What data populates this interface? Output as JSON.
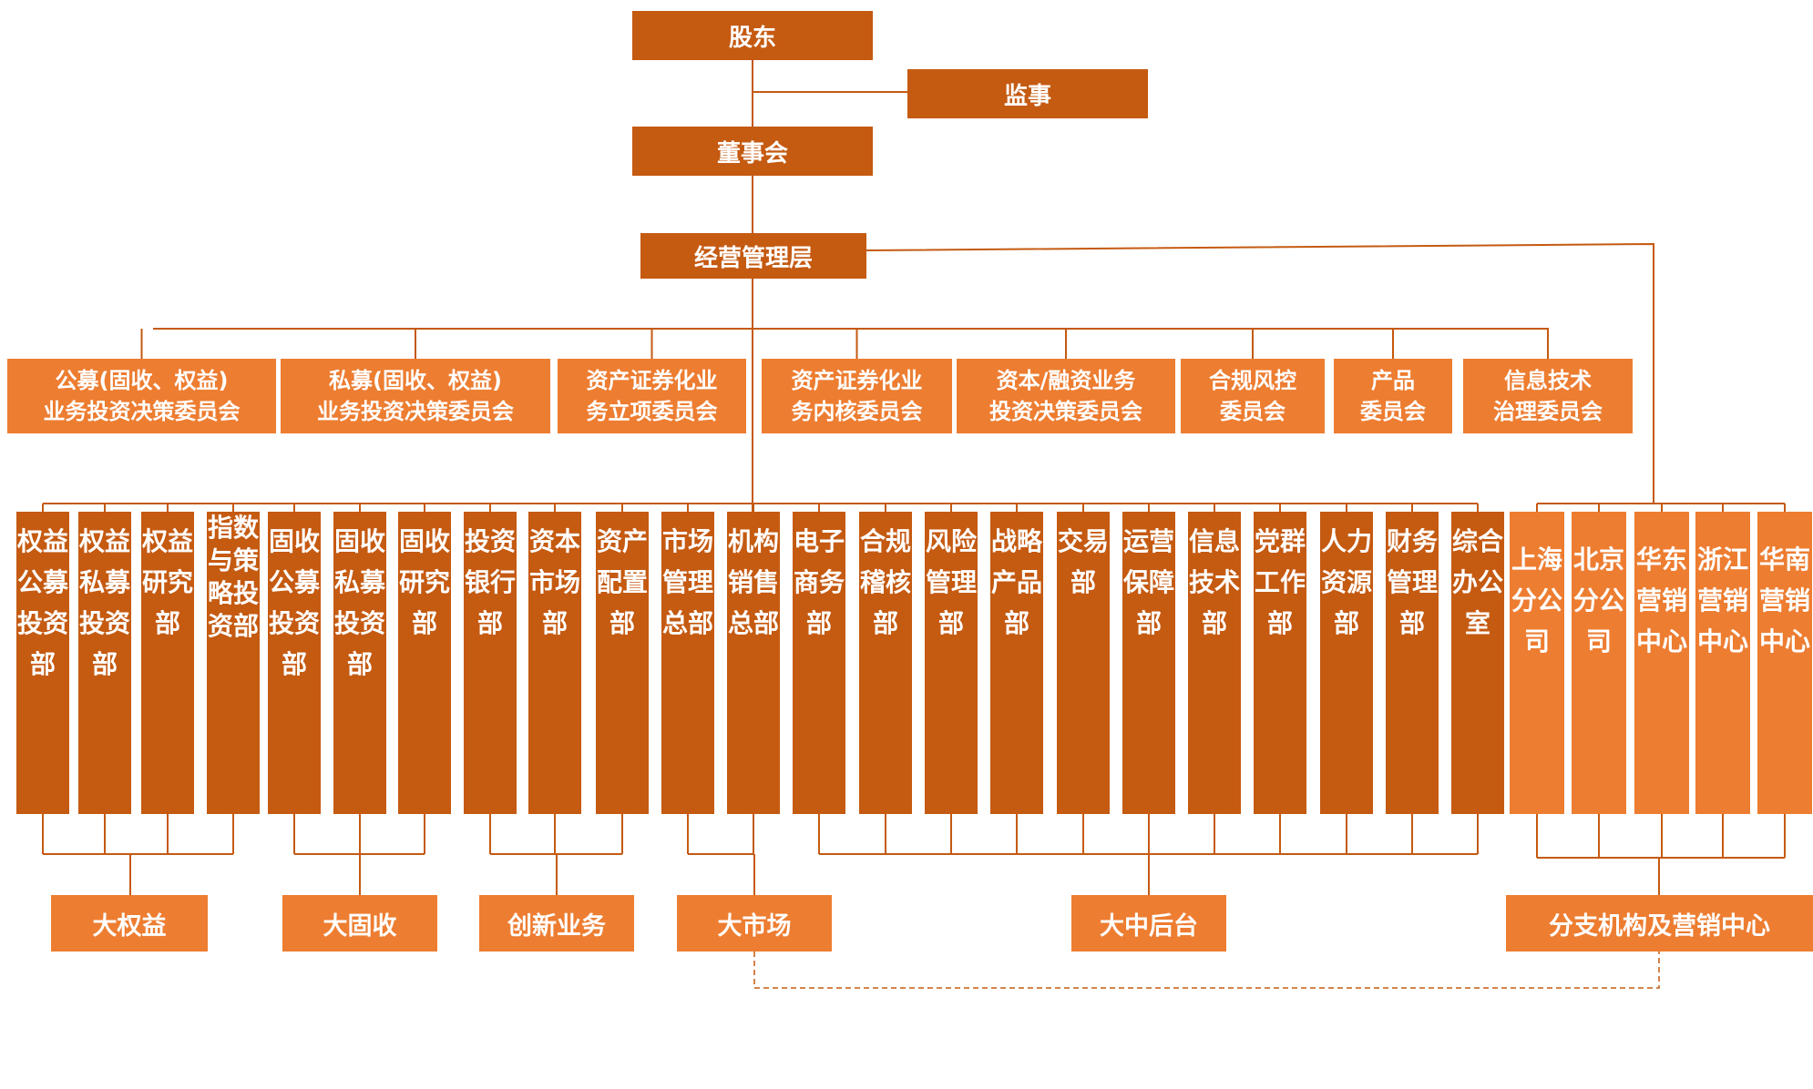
{
  "title": "",
  "colors": {
    "dark": "#c55a11",
    "light": "#ed7d31",
    "line": "#c55a11"
  },
  "top": {
    "shareholders": "股东",
    "supervisor": "监事",
    "board": "董事会",
    "management": "经营管理层"
  },
  "committees": [
    {
      "line1": "公募(固收、权益)",
      "line2": "业务投资决策委员会",
      "tone": "light"
    },
    {
      "line1": "私募(固收、权益)",
      "line2": "业务投资决策委员会",
      "tone": "light"
    },
    {
      "line1": "资产证券化业",
      "line2": "务立项委员会",
      "tone": "light"
    },
    {
      "line1": "资产证券化业",
      "line2": "务内核委员会",
      "tone": "light"
    },
    {
      "line1": "资本/融资业务",
      "line2": "投资决策委员会",
      "tone": "light"
    },
    {
      "line1": "合规风控",
      "line2": "委员会",
      "tone": "light"
    },
    {
      "line1": "产品",
      "line2": "委员会",
      "tone": "light"
    },
    {
      "line1": "信息技术",
      "line2": "治理委员会",
      "tone": "light"
    }
  ],
  "departments": [
    {
      "name": "权益公募投资部",
      "tone": "dark"
    },
    {
      "name": "权益私募投资部",
      "tone": "dark"
    },
    {
      "name": "权益研究部",
      "tone": "dark"
    },
    {
      "name": "指数与策略投资部",
      "tone": "dark"
    },
    {
      "name": "固收公募投资部",
      "tone": "dark"
    },
    {
      "name": "固收私募投资部",
      "tone": "dark"
    },
    {
      "name": "固收研究部",
      "tone": "dark"
    },
    {
      "name": "投资银行部",
      "tone": "dark"
    },
    {
      "name": "资本市场部",
      "tone": "dark"
    },
    {
      "name": "资产配置部",
      "tone": "dark"
    },
    {
      "name": "市场管理总部",
      "tone": "dark"
    },
    {
      "name": "机构销售总部",
      "tone": "dark"
    },
    {
      "name": "电子商务部",
      "tone": "dark"
    },
    {
      "name": "合规稽核部",
      "tone": "dark"
    },
    {
      "name": "风险管理部",
      "tone": "dark"
    },
    {
      "name": "战略产品部",
      "tone": "dark"
    },
    {
      "name": "交易部",
      "tone": "dark"
    },
    {
      "name": "运营保障部",
      "tone": "dark"
    },
    {
      "name": "信息技术部",
      "tone": "dark"
    },
    {
      "name": "党群工作部",
      "tone": "dark"
    },
    {
      "name": "人力资源部",
      "tone": "dark"
    },
    {
      "name": "财务管理部",
      "tone": "dark"
    },
    {
      "name": "综合办公室",
      "tone": "dark"
    }
  ],
  "branches": [
    {
      "name": "上海分公司",
      "tone": "light"
    },
    {
      "name": "北京分公司",
      "tone": "light"
    },
    {
      "name": "华东营销中心",
      "tone": "light"
    },
    {
      "name": "浙江营销中心",
      "tone": "light"
    },
    {
      "name": "华南营销中心",
      "tone": "light"
    }
  ],
  "groups": [
    {
      "label": "大权益"
    },
    {
      "label": "大固收"
    },
    {
      "label": "创新业务"
    },
    {
      "label": "大市场"
    },
    {
      "label": "大中后台"
    },
    {
      "label": "分支机构及营销中心"
    }
  ]
}
